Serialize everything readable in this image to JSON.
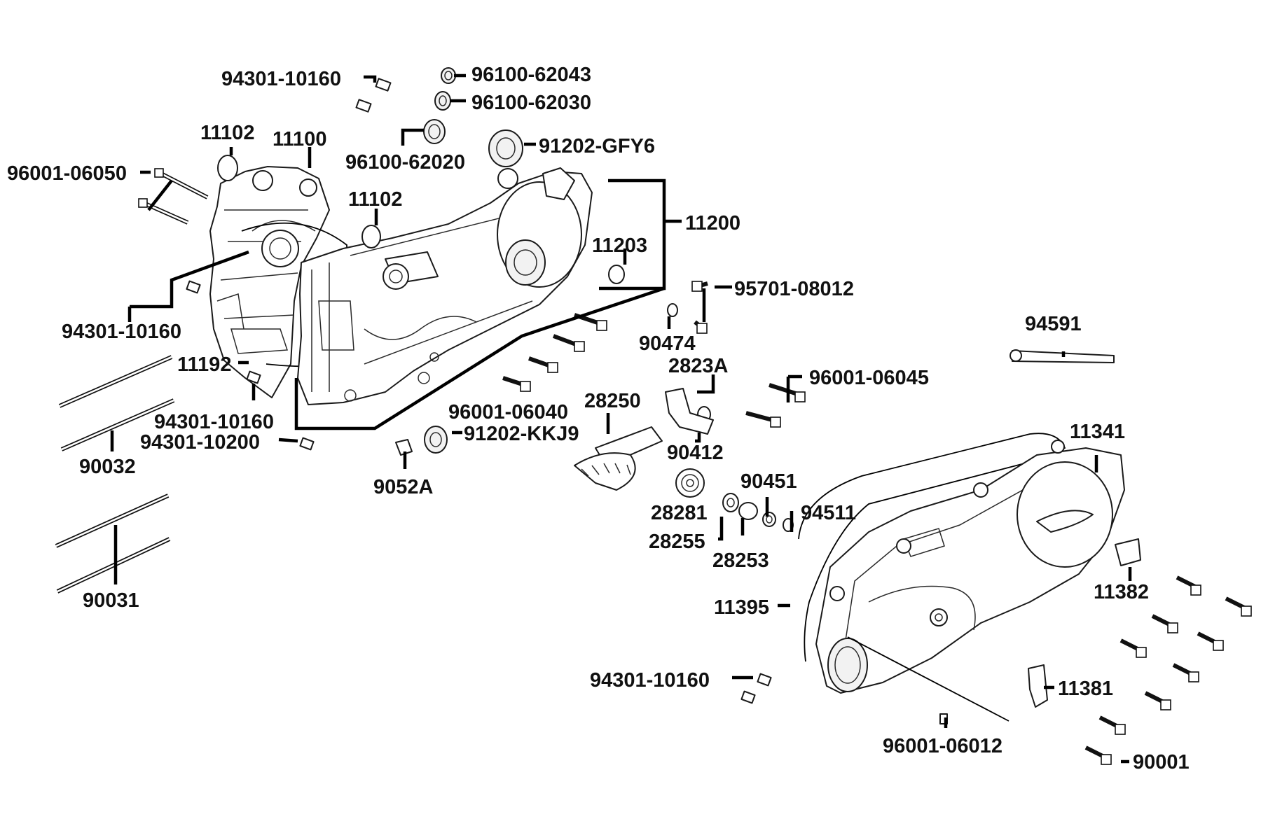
{
  "labels": {
    "p94301_10160_top": "94301-10160",
    "p96100_62043": "96100-62043",
    "p96100_62030": "96100-62030",
    "p11102_a": "11102",
    "p11100": "11100",
    "p96001_06050": "96001-06050",
    "p96100_62020": "96100-62020",
    "p91202_GFY6": "91202-GFY6",
    "p11102_b": "11102",
    "p11200": "11200",
    "p11203": "11203",
    "p95701_08012": "95701-08012",
    "p94301_10160_left": "94301-10160",
    "p90474": "90474",
    "p11192": "11192",
    "p2823A": "2823A",
    "p94591": "94591",
    "p96001_06045": "96001-06045",
    "p28250": "28250",
    "p96001_06040": "96001-06040",
    "p94301_10160_mid": "94301-10160",
    "p94301_10200": "94301-10200",
    "p91202_KKJ9": "91202-KKJ9",
    "p11341": "11341",
    "p90412": "90412",
    "p90032": "90032",
    "p9052A": "9052A",
    "p90451": "90451",
    "p28281": "28281",
    "p94511": "94511",
    "p28255": "28255",
    "p28253": "28253",
    "p11382": "11382",
    "p90031": "90031",
    "p11395": "11395",
    "p94301_10160_bottom": "94301-10160",
    "p11381": "11381",
    "p96001_06012": "96001-06012",
    "p90001": "90001"
  }
}
